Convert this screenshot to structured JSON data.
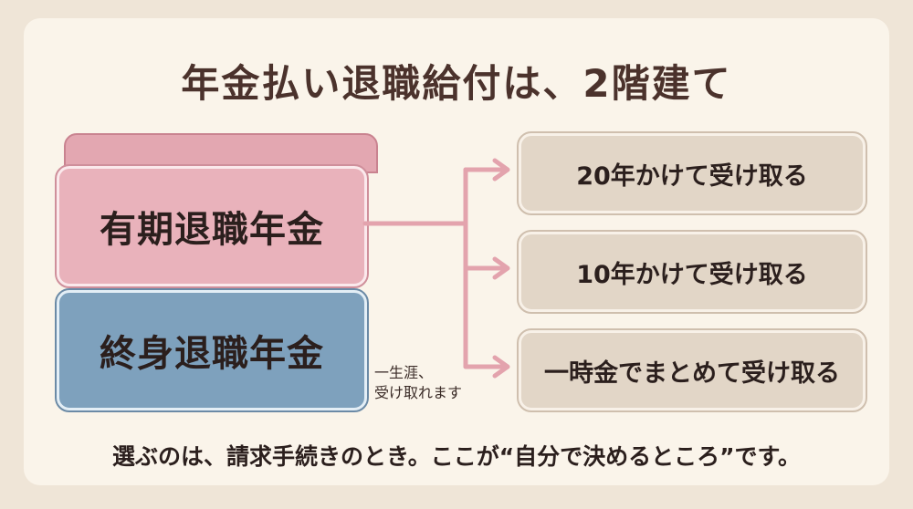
{
  "title": "年金払い退職給付は、2階建て",
  "blocks": {
    "upper": {
      "label": "有期退職年金",
      "color": "#e9b2bb"
    },
    "lower": {
      "label": "終身退職年金",
      "color": "#7ea1bd"
    }
  },
  "side_note": {
    "line1": "一生涯、",
    "line2": "受け取れます"
  },
  "options": [
    {
      "label": "20年かけて受け取る"
    },
    {
      "label": "10年かけて受け取る"
    },
    {
      "label": "一時金でまとめて受け取る"
    }
  ],
  "footer": "選ぶのは、請求手続きのとき。ここが“自分で決めるところ”です。",
  "colors": {
    "connector": "#e3a3ad",
    "background": "#efe5d7",
    "card": "#faf4ea",
    "option": "#e2d6c7"
  }
}
